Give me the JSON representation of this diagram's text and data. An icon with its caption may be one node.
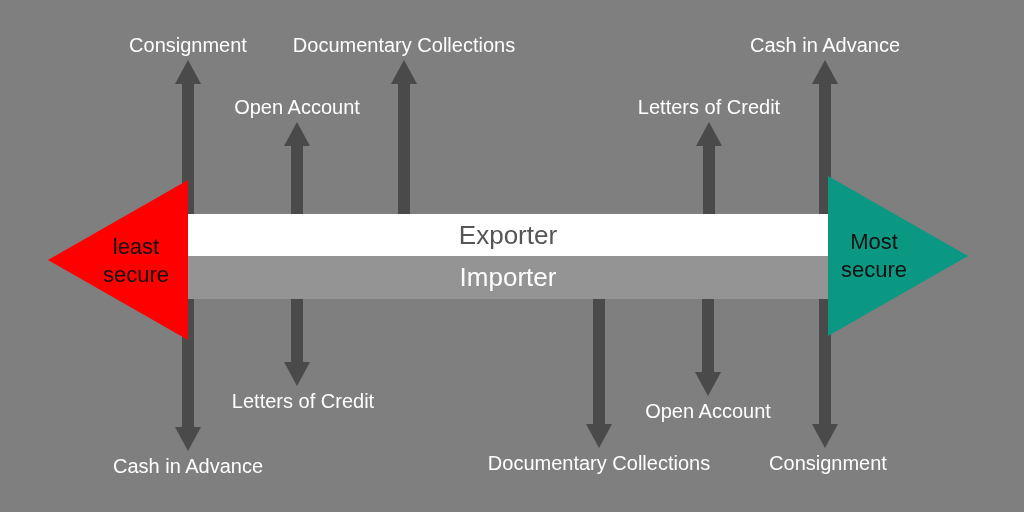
{
  "diagram": {
    "nodes": [
      {
        "text": [
          "Consignment"
        ]
      },
      {
        "text": [
          "Documentary Collections"
        ]
      },
      {
        "text": [
          "Cash in Advance"
        ]
      },
      {
        "text": [
          "Open Account"
        ]
      },
      {
        "text": [
          "Letters of Credit"
        ]
      },
      {
        "text": [
          "least secure"
        ]
      },
      {
        "text": [
          "Exporter"
        ]
      },
      {
        "text": [
          "Most secure"
        ]
      },
      {
        "text": [
          "Importer"
        ]
      },
      {
        "text": [
          "Letters of Credit"
        ]
      },
      {
        "text": [
          "Open Account"
        ]
      },
      {
        "text": [
          "Cash in Advance"
        ]
      },
      {
        "text": [
          "Documentary Collections"
        ]
      },
      {
        "text": [
          "Consignment"
        ]
      }
    ],
    "edges": [
      {
        "from": 6,
        "to": 0,
        "arrow": "to"
      },
      {
        "from": 6,
        "to": 1,
        "arrow": "to"
      },
      {
        "from": 6,
        "to": 2,
        "arrow": "to"
      },
      {
        "from": 6,
        "to": 3,
        "arrow": "to"
      },
      {
        "from": 6,
        "to": 4,
        "arrow": "to"
      },
      {
        "from": 8,
        "to": 9,
        "arrow": "to"
      },
      {
        "from": 8,
        "to": 10,
        "arrow": "to"
      },
      {
        "from": 8,
        "to": 11,
        "arrow": "to"
      },
      {
        "from": 8,
        "to": 12,
        "arrow": "to"
      },
      {
        "from": 8,
        "to": 13,
        "arrow": "to"
      }
    ]
  }
}
